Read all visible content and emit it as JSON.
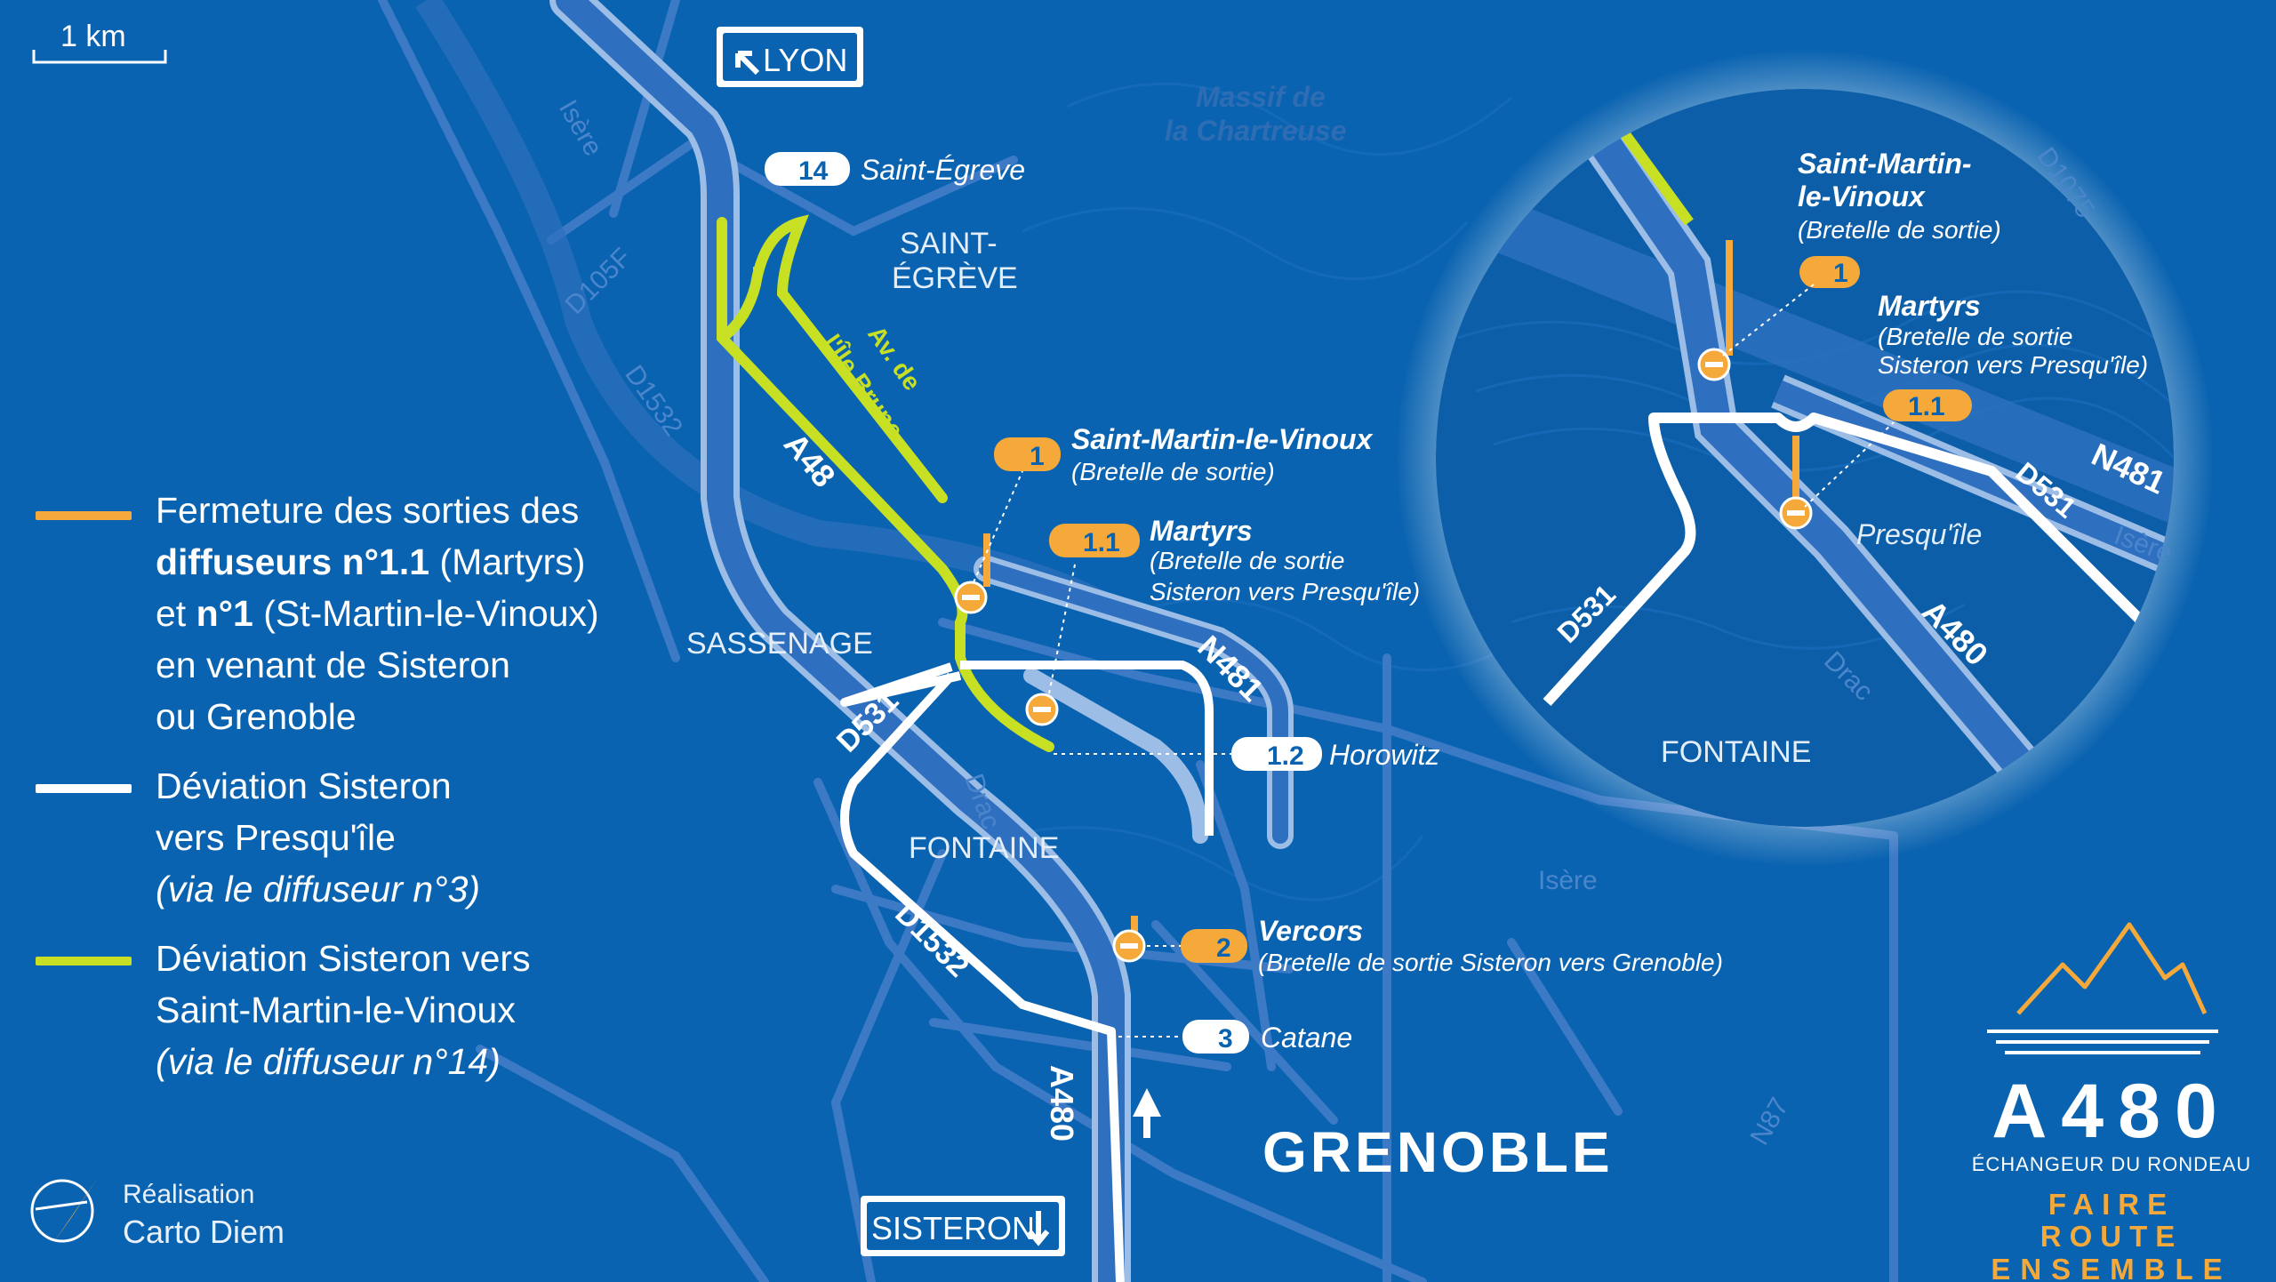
{
  "scale_bar": {
    "label": "1 km"
  },
  "signs": {
    "north": "LYON",
    "south": "SISTERON"
  },
  "areas": {
    "massif_l1": "Massif de",
    "massif_l2": "la Chartreuse",
    "saint_egreve_l1": "SAINT-",
    "saint_egreve_l2": "ÉGRÈVE",
    "sassenage": "SASSENAGE",
    "fontaine": "FONTAINE",
    "grenoble": "GRENOBLE"
  },
  "roads": {
    "isere_north": "Isère",
    "d105f": "D105F",
    "d1532_north": "D1532",
    "a48": "A48",
    "av_ile_brune_l1": "Av. de",
    "av_ile_brune_l2": "l'Île Brune",
    "n481": "N481",
    "d531": "D531",
    "drac": "Drac",
    "d1532_south": "D1532",
    "a480": "A480",
    "isere_south": "Isère",
    "n87": "N87"
  },
  "exits": [
    {
      "number": "14",
      "name": "Saint-Égreve"
    },
    {
      "number": "1",
      "name": "Saint-Martin-le-Vinoux",
      "detail": "(Bretelle de sortie)"
    },
    {
      "number": "1.1",
      "name": "Martyrs",
      "detail_l1": "(Bretelle de sortie",
      "detail_l2": "Sisteron vers Presqu'île)"
    },
    {
      "number": "1.2",
      "name": "Horowitz"
    },
    {
      "number": "2",
      "name": "Vercors",
      "detail": "(Bretelle de sortie Sisteron vers Grenoble)"
    },
    {
      "number": "3",
      "name": "Catane"
    }
  ],
  "inset": {
    "exit1_name_l1": "Saint-Martin-",
    "exit1_name_l2": "le-Vinoux",
    "exit1_detail": "(Bretelle de sortie)",
    "exit1_badge": "1",
    "exit11_name": "Martyrs",
    "exit11_detail_l1": "(Bretelle de sortie",
    "exit11_detail_l2": "Sisteron vers Presqu'île)",
    "exit11_badge": "1.1",
    "d1075": "D1075",
    "n481": "N481",
    "d531_east": "D531",
    "isere": "Isère",
    "presquile": "Presqu'île",
    "d531_west": "D531",
    "a480": "A480",
    "drac": "Drac",
    "fontaine": "FONTAINE"
  },
  "legend": {
    "closure": {
      "l1": "Fermeture des sorties des",
      "bold1": "diffuseurs n°1.1",
      "l2b": " (Martyrs)",
      "l3a": "et ",
      "bold2": "n°1",
      "l3b": " (St-Martin-le-Vinoux)",
      "l4": "en venant de Sisteron",
      "l5": "ou Grenoble"
    },
    "white": {
      "l1": "Déviation Sisteron",
      "l2": "vers Presqu'île",
      "l3": "(via le diffuseur n°3)"
    },
    "green": {
      "l1": "Déviation Sisteron vers",
      "l2": "Saint-Martin-le-Vinoux",
      "l3": "(via le diffuseur n°14)"
    }
  },
  "credit": {
    "label": "Réalisation",
    "name": "Carto Diem"
  },
  "brand": {
    "title": "A480",
    "subtitle": "ÉCHANGEUR DU RONDEAU",
    "slogan_l1": "FAIRE ROUTE",
    "slogan_l2": "ENSEMBLE"
  },
  "colors": {
    "background": "#0a63b0",
    "closure": "#f4a93a",
    "green_detour": "#c8e024",
    "white_detour": "#ffffff",
    "road": "#5e8fd0"
  }
}
